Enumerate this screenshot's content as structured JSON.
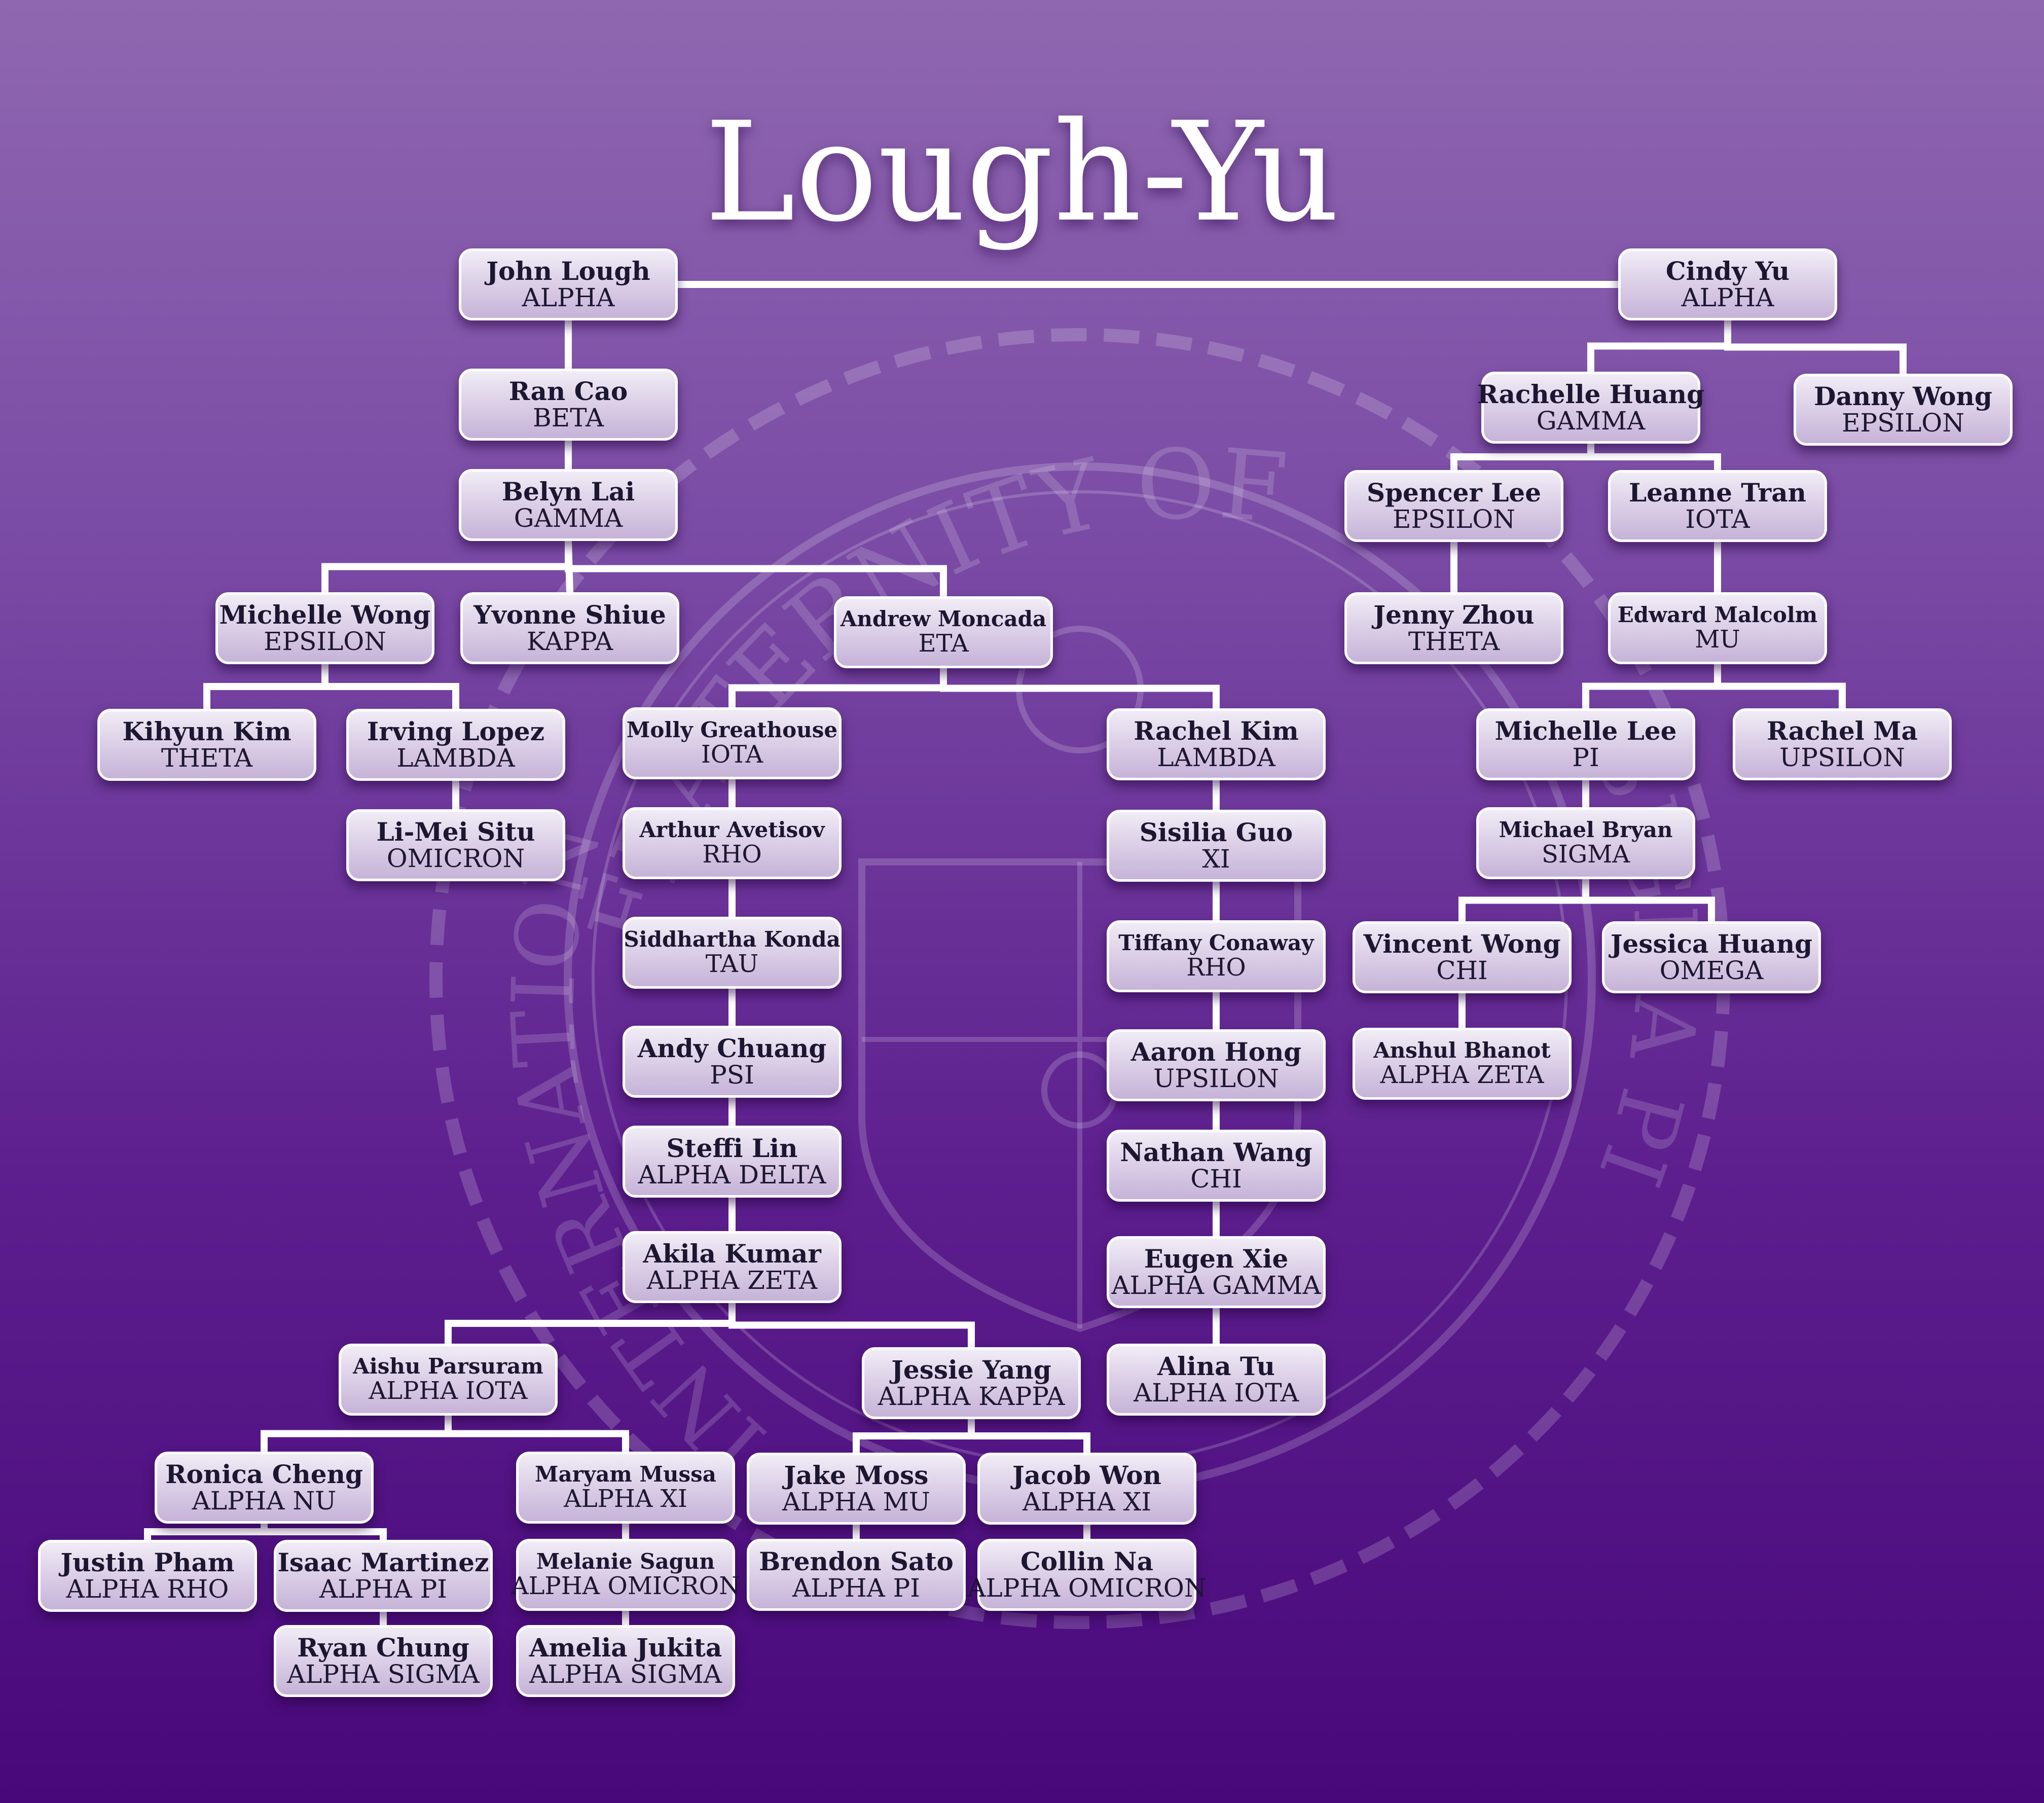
{
  "title": "Lough-Yu",
  "seal": {
    "ring_top": "FRATERNITY OF",
    "ring_left": "INTERNATIONAL",
    "ring_right": "SIGMA PI"
  },
  "colors": {
    "background_top": "#8f67b0",
    "background_bottom": "#48087a",
    "node_fill": "#ddd1e8",
    "connector": "#ffffff"
  },
  "members": [
    {
      "id": "john-lough",
      "name": "John Lough",
      "class": "ALPHA"
    },
    {
      "id": "cindy-yu",
      "name": "Cindy Yu",
      "class": "ALPHA"
    },
    {
      "id": "ran-cao",
      "name": "Ran Cao",
      "class": "BETA"
    },
    {
      "id": "belyn-lai",
      "name": "Belyn Lai",
      "class": "GAMMA"
    },
    {
      "id": "michelle-wong",
      "name": "Michelle Wong",
      "class": "EPSILON"
    },
    {
      "id": "yvonne-shiue",
      "name": "Yvonne Shiue",
      "class": "KAPPA"
    },
    {
      "id": "andrew-moncada",
      "name": "Andrew Moncada",
      "class": "ETA"
    },
    {
      "id": "kihyun-kim",
      "name": "Kihyun Kim",
      "class": "THETA"
    },
    {
      "id": "irving-lopez",
      "name": "Irving Lopez",
      "class": "LAMBDA"
    },
    {
      "id": "li-mei-situ",
      "name": "Li-Mei Situ",
      "class": "OMICRON"
    },
    {
      "id": "molly-greathouse",
      "name": "Molly Greathouse",
      "class": "IOTA"
    },
    {
      "id": "arthur-avetisov",
      "name": "Arthur Avetisov",
      "class": "RHO"
    },
    {
      "id": "siddhartha-konda",
      "name": "Siddhartha Konda",
      "class": "TAU"
    },
    {
      "id": "andy-chuang",
      "name": "Andy Chuang",
      "class": "PSI"
    },
    {
      "id": "steffi-lin",
      "name": "Steffi Lin",
      "class": "ALPHA DELTA"
    },
    {
      "id": "akila-kumar",
      "name": "Akila Kumar",
      "class": "ALPHA ZETA"
    },
    {
      "id": "aishu-parsuram",
      "name": "Aishu Parsuram",
      "class": "ALPHA IOTA"
    },
    {
      "id": "jessie-yang",
      "name": "Jessie Yang",
      "class": "ALPHA KAPPA"
    },
    {
      "id": "ronica-cheng",
      "name": "Ronica Cheng",
      "class": "ALPHA NU"
    },
    {
      "id": "maryam-mussa",
      "name": "Maryam Mussa",
      "class": "ALPHA XI"
    },
    {
      "id": "justin-pham",
      "name": "Justin Pham",
      "class": "ALPHA RHO"
    },
    {
      "id": "isaac-martinez",
      "name": "Isaac Martinez",
      "class": "ALPHA PI"
    },
    {
      "id": "ryan-chung",
      "name": "Ryan Chung",
      "class": "ALPHA SIGMA"
    },
    {
      "id": "melanie-sagun",
      "name": "Melanie Sagun",
      "class": "ALPHA OMICRON"
    },
    {
      "id": "amelia-jukita",
      "name": "Amelia Jukita",
      "class": "ALPHA SIGMA"
    },
    {
      "id": "jake-moss",
      "name": "Jake Moss",
      "class": "ALPHA MU"
    },
    {
      "id": "jacob-won",
      "name": "Jacob Won",
      "class": "ALPHA XI"
    },
    {
      "id": "brendon-sato",
      "name": "Brendon Sato",
      "class": "ALPHA PI"
    },
    {
      "id": "collin-na",
      "name": "Collin Na",
      "class": "ALPHA OMICRON"
    },
    {
      "id": "rachel-kim",
      "name": "Rachel Kim",
      "class": "LAMBDA"
    },
    {
      "id": "sisilia-guo",
      "name": "Sisilia Guo",
      "class": "XI"
    },
    {
      "id": "tiffany-conaway",
      "name": "Tiffany Conaway",
      "class": "RHO"
    },
    {
      "id": "aaron-hong",
      "name": "Aaron Hong",
      "class": "UPSILON"
    },
    {
      "id": "nathan-wang",
      "name": "Nathan Wang",
      "class": "CHI"
    },
    {
      "id": "eugen-xie",
      "name": "Eugen Xie",
      "class": "ALPHA GAMMA"
    },
    {
      "id": "alina-tu",
      "name": "Alina Tu",
      "class": "ALPHA IOTA"
    },
    {
      "id": "rachelle-huang",
      "name": "Rachelle Huang",
      "class": "GAMMA"
    },
    {
      "id": "danny-wong",
      "name": "Danny Wong",
      "class": "EPSILON"
    },
    {
      "id": "spencer-lee",
      "name": "Spencer Lee",
      "class": "EPSILON"
    },
    {
      "id": "leanne-tran",
      "name": "Leanne Tran",
      "class": "IOTA"
    },
    {
      "id": "jenny-zhou",
      "name": "Jenny Zhou",
      "class": "THETA"
    },
    {
      "id": "edward-malcolm",
      "name": "Edward Malcolm",
      "class": "MU"
    },
    {
      "id": "michelle-lee",
      "name": "Michelle Lee",
      "class": "PI"
    },
    {
      "id": "rachel-ma",
      "name": "Rachel Ma",
      "class": "UPSILON"
    },
    {
      "id": "michael-bryan",
      "name": "Michael Bryan",
      "class": "SIGMA"
    },
    {
      "id": "vincent-wong",
      "name": "Vincent Wong",
      "class": "CHI"
    },
    {
      "id": "jessica-huang",
      "name": "Jessica Huang",
      "class": "OMEGA"
    },
    {
      "id": "anshul-bhanot",
      "name": "Anshul Bhanot",
      "class": "ALPHA ZETA"
    }
  ],
  "links": [
    [
      "john-lough",
      "cindy-yu"
    ],
    [
      "john-lough",
      "ran-cao"
    ],
    [
      "ran-cao",
      "belyn-lai"
    ],
    [
      "belyn-lai",
      "michelle-wong"
    ],
    [
      "belyn-lai",
      "yvonne-shiue"
    ],
    [
      "belyn-lai",
      "andrew-moncada"
    ],
    [
      "michelle-wong",
      "kihyun-kim"
    ],
    [
      "michelle-wong",
      "irving-lopez"
    ],
    [
      "irving-lopez",
      "li-mei-situ"
    ],
    [
      "andrew-moncada",
      "molly-greathouse"
    ],
    [
      "andrew-moncada",
      "rachel-kim"
    ],
    [
      "molly-greathouse",
      "arthur-avetisov"
    ],
    [
      "arthur-avetisov",
      "siddhartha-konda"
    ],
    [
      "siddhartha-konda",
      "andy-chuang"
    ],
    [
      "andy-chuang",
      "steffi-lin"
    ],
    [
      "steffi-lin",
      "akila-kumar"
    ],
    [
      "akila-kumar",
      "aishu-parsuram"
    ],
    [
      "akila-kumar",
      "jessie-yang"
    ],
    [
      "aishu-parsuram",
      "ronica-cheng"
    ],
    [
      "aishu-parsuram",
      "maryam-mussa"
    ],
    [
      "ronica-cheng",
      "justin-pham"
    ],
    [
      "ronica-cheng",
      "isaac-martinez"
    ],
    [
      "isaac-martinez",
      "ryan-chung"
    ],
    [
      "maryam-mussa",
      "melanie-sagun"
    ],
    [
      "melanie-sagun",
      "amelia-jukita"
    ],
    [
      "jessie-yang",
      "jake-moss"
    ],
    [
      "jessie-yang",
      "jacob-won"
    ],
    [
      "jake-moss",
      "brendon-sato"
    ],
    [
      "jacob-won",
      "collin-na"
    ],
    [
      "rachel-kim",
      "sisilia-guo"
    ],
    [
      "sisilia-guo",
      "tiffany-conaway"
    ],
    [
      "tiffany-conaway",
      "aaron-hong"
    ],
    [
      "aaron-hong",
      "nathan-wang"
    ],
    [
      "nathan-wang",
      "eugen-xie"
    ],
    [
      "eugen-xie",
      "alina-tu"
    ],
    [
      "cindy-yu",
      "rachelle-huang"
    ],
    [
      "cindy-yu",
      "danny-wong"
    ],
    [
      "rachelle-huang",
      "spencer-lee"
    ],
    [
      "rachelle-huang",
      "leanne-tran"
    ],
    [
      "spencer-lee",
      "jenny-zhou"
    ],
    [
      "leanne-tran",
      "edward-malcolm"
    ],
    [
      "edward-malcolm",
      "michelle-lee"
    ],
    [
      "edward-malcolm",
      "rachel-ma"
    ],
    [
      "michelle-lee",
      "michael-bryan"
    ],
    [
      "michael-bryan",
      "vincent-wong"
    ],
    [
      "michael-bryan",
      "jessica-huang"
    ],
    [
      "vincent-wong",
      "anshul-bhanot"
    ]
  ]
}
